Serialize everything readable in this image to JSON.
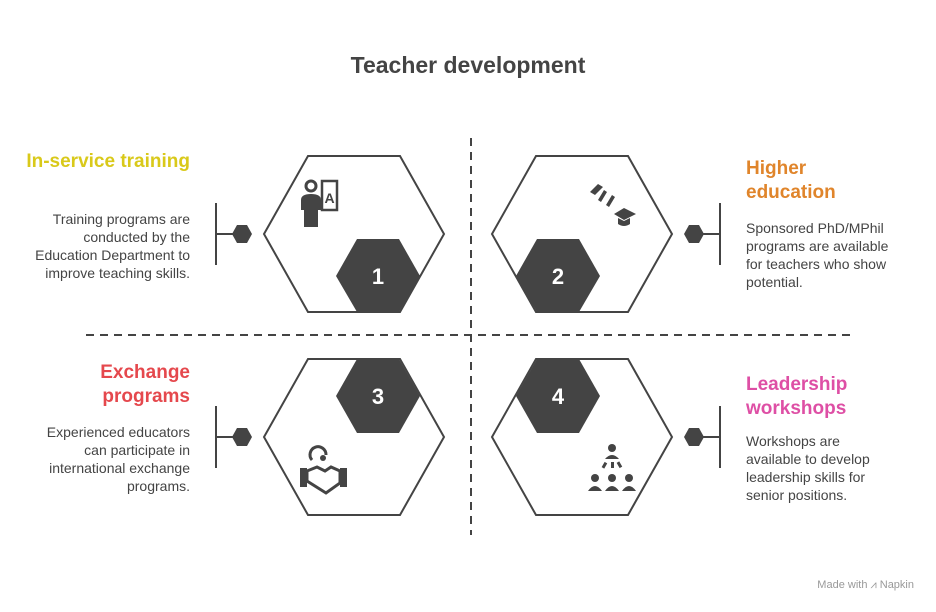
{
  "title": "Teacher development",
  "colors": {
    "dark": "#444444",
    "yellow": "#D9C91A",
    "orange": "#E0852B",
    "red": "#E5484D",
    "pink": "#DE4FA5"
  },
  "items": [
    {
      "number": "1",
      "heading": "In-service training",
      "description": "Training programs are conducted by the Education Department to improve teaching skills.",
      "icon": "teacher-board-icon"
    },
    {
      "number": "2",
      "heading": "Higher education",
      "description": "Sponsored PhD/MPhil programs are available for teachers who show potential.",
      "icon": "graduation-icon"
    },
    {
      "number": "3",
      "heading": "Exchange programs",
      "description": "Experienced educators can participate in international exchange programs.",
      "icon": "handshake-globe-icon"
    },
    {
      "number": "4",
      "heading": "Leadership workshops",
      "description": "Workshops are available to develop leadership skills for senior positions.",
      "icon": "leadership-hierarchy-icon"
    }
  ],
  "footer": "Made with ⩘ Napkin"
}
